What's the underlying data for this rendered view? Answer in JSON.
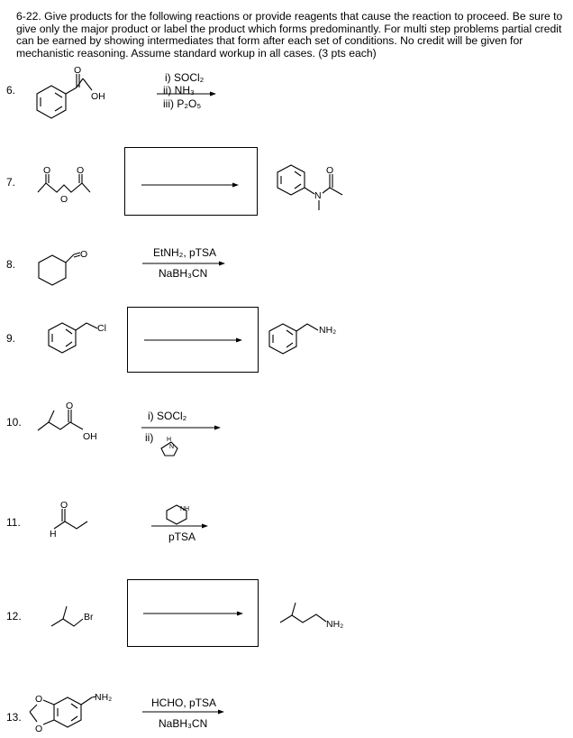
{
  "instructions": "6-22. Give products for the following reactions or provide reagents that cause the reaction to proceed. Be sure to give only the major product or label the product which forms predominantly. For multi step problems partial credit can be earned by showing intermediates that form after each set of conditions. No credit will be given for mechanistic reasoning. Assume standard workup in all cases. (3 pts each)",
  "problems": [
    {
      "number": "6.",
      "reagents": [
        "i) SOCl₂",
        "ii) NH₃",
        "iii) P₂O₅"
      ]
    },
    {
      "number": "7."
    },
    {
      "number": "8.",
      "reagents": [
        "EtNH₂, pTSA",
        "NaBH₃CN"
      ]
    },
    {
      "number": "9."
    },
    {
      "number": "10.",
      "reagents": [
        "i) SOCl₂",
        "ii)"
      ]
    },
    {
      "number": "11.",
      "reagents": [
        "pTSA"
      ]
    },
    {
      "number": "12."
    },
    {
      "number": "13.",
      "reagents": [
        "HCHO, pTSA",
        "NaBH₃CN"
      ]
    }
  ],
  "atom_labels": {
    "oh": "OH",
    "o": "O",
    "n": "N",
    "cl": "Cl",
    "nh2": "NH₂",
    "h": "H",
    "br": "Br",
    "nh": "NH"
  }
}
